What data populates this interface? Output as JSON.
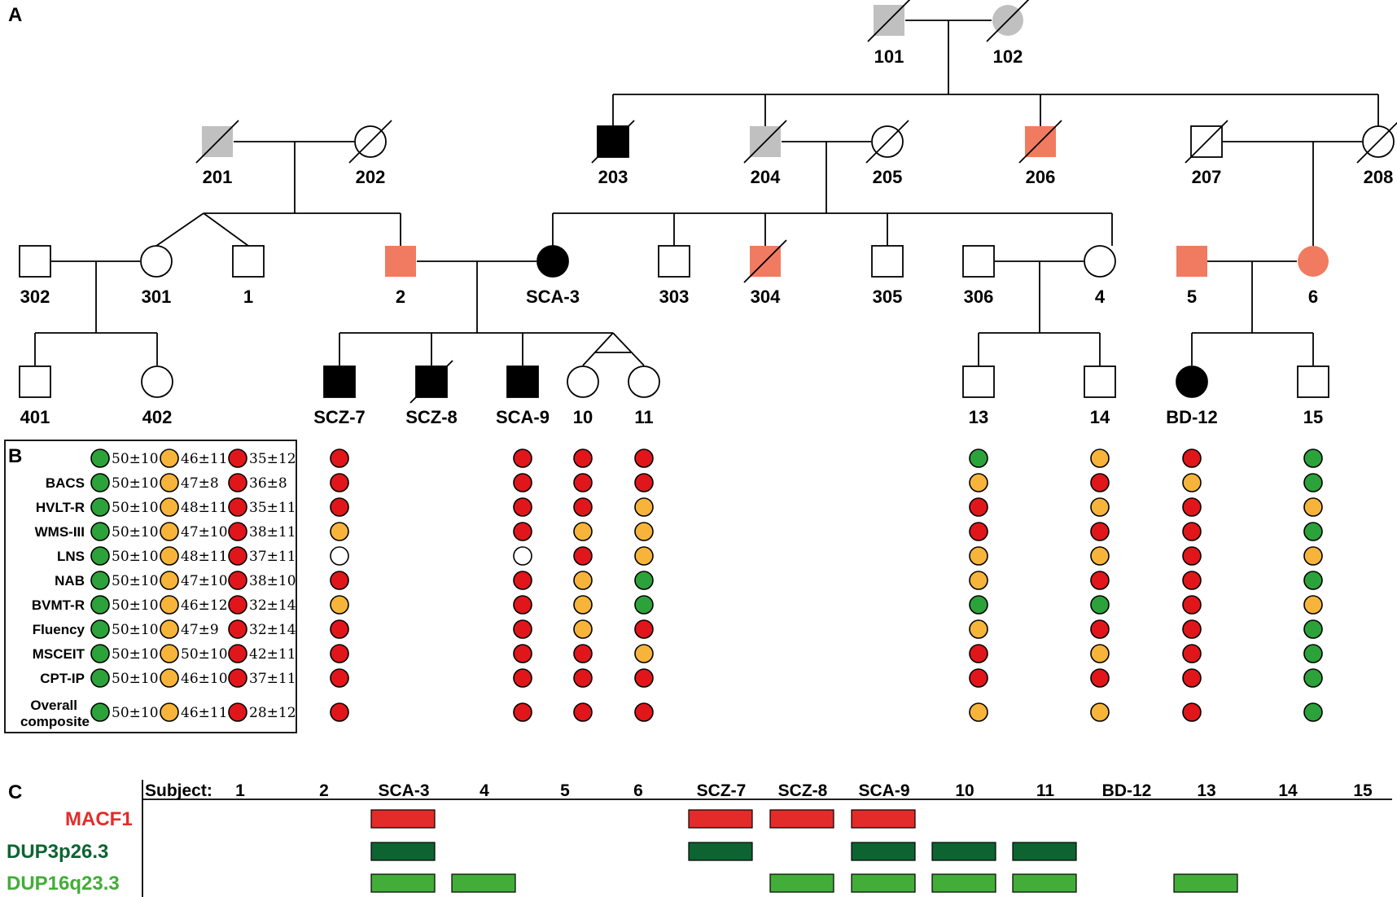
{
  "colors": {
    "affected": "#000000",
    "unknown": "#c0c0c0",
    "salmon": "#f07b60",
    "green": "#2ca23a",
    "orange": "#f7b43a",
    "red": "#e0161b",
    "dark_green": "#0d6431",
    "light_green": "#43ad39",
    "macf1_red": "#e32c2a"
  },
  "panels": {
    "a": "A",
    "b": "B",
    "c": "C"
  },
  "pedigree": {
    "individuals": [
      {
        "id": "101",
        "label": "101",
        "shape": "square",
        "fill": "unknown",
        "deceased": true
      },
      {
        "id": "102",
        "label": "102",
        "shape": "circle",
        "fill": "unknown",
        "deceased": true
      },
      {
        "id": "201",
        "label": "201",
        "shape": "square",
        "fill": "unknown",
        "deceased": true
      },
      {
        "id": "202",
        "label": "202",
        "shape": "circle",
        "fill": "none",
        "deceased": true
      },
      {
        "id": "203",
        "label": "203",
        "shape": "square",
        "fill": "affected",
        "deceased": true
      },
      {
        "id": "204",
        "label": "204",
        "shape": "square",
        "fill": "unknown",
        "deceased": true
      },
      {
        "id": "205",
        "label": "205",
        "shape": "circle",
        "fill": "none",
        "deceased": true
      },
      {
        "id": "206",
        "label": "206",
        "shape": "square",
        "fill": "salmon",
        "deceased": true
      },
      {
        "id": "207",
        "label": "207",
        "shape": "square",
        "fill": "none",
        "deceased": true
      },
      {
        "id": "208",
        "label": "208",
        "shape": "circle",
        "fill": "none",
        "deceased": true
      },
      {
        "id": "302",
        "label": "302",
        "shape": "square",
        "fill": "none",
        "deceased": false
      },
      {
        "id": "301",
        "label": "301",
        "shape": "circle",
        "fill": "none",
        "deceased": false
      },
      {
        "id": "1",
        "label": "1",
        "shape": "square",
        "fill": "none",
        "deceased": false
      },
      {
        "id": "2",
        "label": "2",
        "shape": "square",
        "fill": "salmon",
        "deceased": false
      },
      {
        "id": "SCA-3",
        "label": "SCA-3",
        "shape": "circle",
        "fill": "affected",
        "deceased": false
      },
      {
        "id": "303",
        "label": "303",
        "shape": "square",
        "fill": "none",
        "deceased": false
      },
      {
        "id": "304",
        "label": "304",
        "shape": "square",
        "fill": "salmon",
        "deceased": true
      },
      {
        "id": "305",
        "label": "305",
        "shape": "square",
        "fill": "none",
        "deceased": false
      },
      {
        "id": "306",
        "label": "306",
        "shape": "square",
        "fill": "none",
        "deceased": false
      },
      {
        "id": "4",
        "label": "4",
        "shape": "circle",
        "fill": "none",
        "deceased": false
      },
      {
        "id": "5",
        "label": "5",
        "shape": "square",
        "fill": "salmon",
        "deceased": false
      },
      {
        "id": "6",
        "label": "6",
        "shape": "circle",
        "fill": "salmon",
        "deceased": false
      },
      {
        "id": "401",
        "label": "401",
        "shape": "square",
        "fill": "none",
        "deceased": false
      },
      {
        "id": "402",
        "label": "402",
        "shape": "circle",
        "fill": "none",
        "deceased": false
      },
      {
        "id": "SCZ-7",
        "label": "SCZ-7",
        "shape": "square",
        "fill": "affected",
        "deceased": false
      },
      {
        "id": "SCZ-8",
        "label": "SCZ-8",
        "shape": "square",
        "fill": "affected",
        "deceased": true
      },
      {
        "id": "SCA-9",
        "label": "SCA-9",
        "shape": "square",
        "fill": "affected",
        "deceased": false
      },
      {
        "id": "10",
        "label": "10",
        "shape": "circle",
        "fill": "none",
        "deceased": false
      },
      {
        "id": "11",
        "label": "11",
        "shape": "circle",
        "fill": "none",
        "deceased": false
      },
      {
        "id": "13",
        "label": "13",
        "shape": "square",
        "fill": "none",
        "deceased": false
      },
      {
        "id": "14",
        "label": "14",
        "shape": "square",
        "fill": "none",
        "deceased": false
      },
      {
        "id": "BD-12",
        "label": "BD-12",
        "shape": "circle",
        "fill": "affected",
        "deceased": false
      },
      {
        "id": "15",
        "label": "15",
        "shape": "square",
        "fill": "none",
        "deceased": false
      }
    ]
  },
  "cognition": {
    "measures": [
      "",
      "BACS",
      "HVLT-R",
      "WMS-III",
      "LNS",
      "NAB",
      "BVMT-R",
      "Fluency",
      "MSCEIT",
      "CPT-IP",
      "Overall composite"
    ],
    "reference": [
      [
        "50±10",
        "46±11",
        "35±12"
      ],
      [
        "50±10",
        "47±8",
        "36±8"
      ],
      [
        "50±10",
        "48±11",
        "35±11"
      ],
      [
        "50±10",
        "47±10",
        "38±11"
      ],
      [
        "50±10",
        "48±11",
        "37±11"
      ],
      [
        "50±10",
        "47±10",
        "38±10"
      ],
      [
        "50±10",
        "46±12",
        "32±14"
      ],
      [
        "50±10",
        "47±9",
        "32±14"
      ],
      [
        "50±10",
        "50±10",
        "42±11"
      ],
      [
        "50±10",
        "46±10",
        "37±11"
      ],
      [
        "50±10",
        "46±11",
        "28±12"
      ]
    ],
    "subjects": [
      {
        "id": "SCZ-7",
        "scores": [
          "red",
          "red",
          "red",
          "orange",
          "white",
          "red",
          "orange",
          "red",
          "red",
          "red",
          "red"
        ]
      },
      {
        "id": "SCA-9",
        "scores": [
          "red",
          "red",
          "red",
          "red",
          "white",
          "red",
          "red",
          "red",
          "red",
          "red",
          "red"
        ]
      },
      {
        "id": "10",
        "scores": [
          "red",
          "red",
          "red",
          "orange",
          "red",
          "orange",
          "orange",
          "orange",
          "red",
          "red",
          "red"
        ]
      },
      {
        "id": "11",
        "scores": [
          "red",
          "red",
          "orange",
          "orange",
          "orange",
          "green",
          "green",
          "red",
          "orange",
          "red",
          "red"
        ]
      },
      {
        "id": "13",
        "scores": [
          "green",
          "orange",
          "red",
          "red",
          "orange",
          "orange",
          "green",
          "orange",
          "red",
          "red",
          "orange"
        ]
      },
      {
        "id": "14",
        "scores": [
          "orange",
          "red",
          "orange",
          "red",
          "orange",
          "red",
          "green",
          "red",
          "orange",
          "red",
          "orange"
        ]
      },
      {
        "id": "BD-12",
        "scores": [
          "red",
          "orange",
          "red",
          "red",
          "red",
          "red",
          "red",
          "red",
          "red",
          "red",
          "red"
        ]
      },
      {
        "id": "15",
        "scores": [
          "green",
          "green",
          "orange",
          "green",
          "orange",
          "green",
          "orange",
          "green",
          "green",
          "green",
          "green"
        ]
      }
    ]
  },
  "cnv": {
    "subject_header": "Subject:",
    "subjects": [
      "1",
      "2",
      "SCA-3",
      "4",
      "5",
      "6",
      "SCZ-7",
      "SCZ-8",
      "SCA-9",
      "10",
      "11",
      "BD-12",
      "13",
      "14",
      "15"
    ],
    "rows": [
      {
        "gene": "MACF1",
        "color": "macf1_red",
        "carriers": [
          "SCA-3",
          "SCZ-7",
          "SCZ-8",
          "SCA-9"
        ]
      },
      {
        "gene": "DUP3p26.3",
        "color": "dark_green",
        "carriers": [
          "SCA-3",
          "SCZ-7",
          "SCA-9",
          "10",
          "11"
        ]
      },
      {
        "gene": "DUP16q23.3",
        "color": "light_green",
        "carriers": [
          "SCA-3",
          "4",
          "SCZ-8",
          "SCA-9",
          "10",
          "11",
          "13"
        ]
      }
    ]
  }
}
